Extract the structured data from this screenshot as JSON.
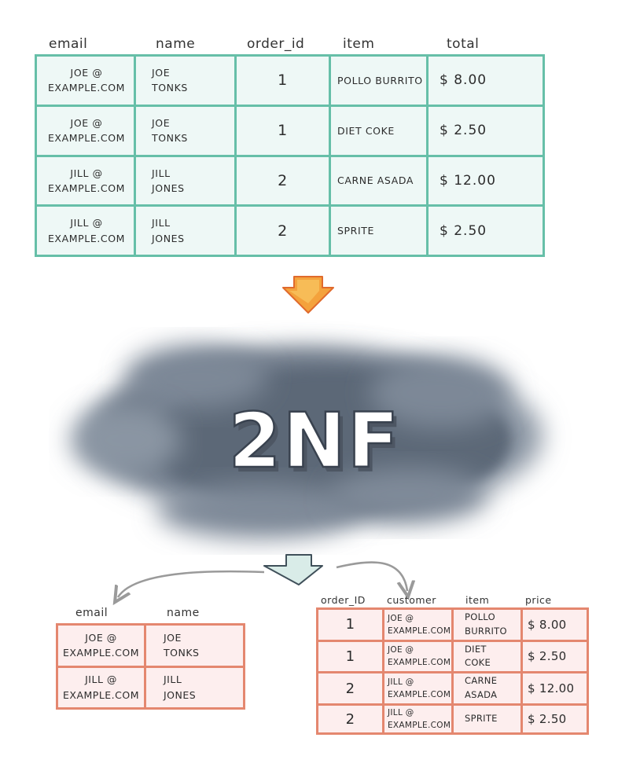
{
  "original_table": {
    "headers": [
      "email",
      "name",
      "order_id",
      "item",
      "total"
    ],
    "rows": [
      {
        "email": [
          "JOE @",
          "EXAMPLE.COM"
        ],
        "name": [
          "JOE",
          "TONKS"
        ],
        "order_id": "1",
        "item": "POLLO BURRITO",
        "total": "$ 8.00"
      },
      {
        "email": [
          "JOE @",
          "EXAMPLE.COM"
        ],
        "name": [
          "JOE",
          "TONKS"
        ],
        "order_id": "1",
        "item": "DIET COKE",
        "total": "$ 2.50"
      },
      {
        "email": [
          "JILL @",
          "EXAMPLE.COM"
        ],
        "name": [
          "JILL",
          "JONES"
        ],
        "order_id": "2",
        "item": "CARNE ASADA",
        "total": "$ 12.00"
      },
      {
        "email": [
          "JILL @",
          "EXAMPLE.COM"
        ],
        "name": [
          "JILL",
          "JONES"
        ],
        "order_id": "2",
        "item": "SPRITE",
        "total": "$ 2.50"
      }
    ]
  },
  "cloud": {
    "label": "2NF"
  },
  "customers_table": {
    "headers": [
      "email",
      "name"
    ],
    "rows": [
      {
        "email": [
          "JOE @",
          "EXAMPLE.COM"
        ],
        "name": [
          "JOE",
          "TONKS"
        ]
      },
      {
        "email": [
          "JILL @",
          "EXAMPLE.COM"
        ],
        "name": [
          "JILL",
          "JONES"
        ]
      }
    ]
  },
  "orders_table": {
    "headers": [
      "order_ID",
      "customer",
      "item",
      "price"
    ],
    "rows": [
      {
        "order_id": "1",
        "customer": [
          "JOE @",
          "EXAMPLE.COM"
        ],
        "item": [
          "POLLO",
          "BURRITO"
        ],
        "price": "$ 8.00"
      },
      {
        "order_id": "1",
        "customer": [
          "JOE @",
          "EXAMPLE.COM"
        ],
        "item": [
          "DIET",
          "COKE"
        ],
        "price": "$ 2.50"
      },
      {
        "order_id": "2",
        "customer": [
          "JILL @",
          "EXAMPLE.COM"
        ],
        "item": [
          "CARNE",
          "ASADA"
        ],
        "price": "$ 12.00"
      },
      {
        "order_id": "2",
        "customer": [
          "JILL @",
          "EXAMPLE.COM"
        ],
        "item": [
          "SPRITE"
        ],
        "price": "$ 2.50"
      }
    ]
  },
  "colors": {
    "green_border": "#66bfa8",
    "green_fill": "#eef8f6",
    "red_border": "#e4876f",
    "red_fill": "#fdeeee",
    "orange_arrow": "#f4a23c",
    "cloud": "#5c6877",
    "pale_arrow": "#d9ece8"
  },
  "icons": [
    "down-arrow-icon",
    "down-arrow-icon",
    "curved-arrow-icon",
    "curved-arrow-icon"
  ]
}
